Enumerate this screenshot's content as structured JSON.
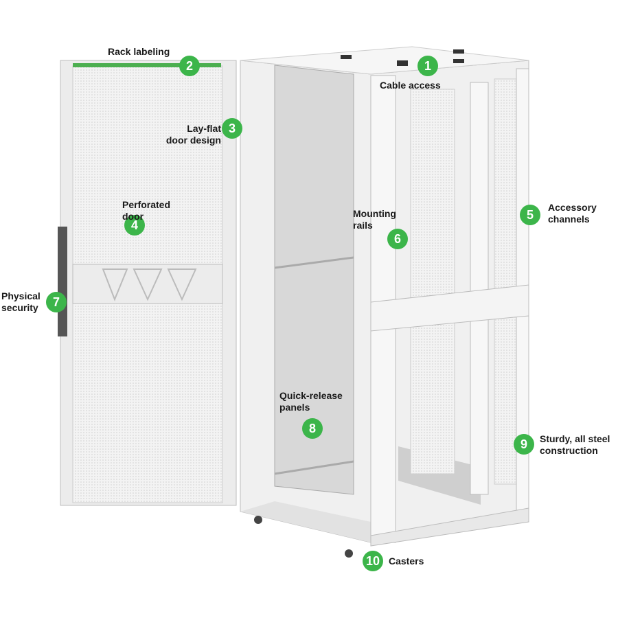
{
  "colors": {
    "badge": "#3cb54a",
    "rack": "#eeeeee",
    "outline": "#bdbdbd",
    "panel": "#d9d9d9"
  },
  "callouts": [
    {
      "num": "1",
      "label": "Cable access"
    },
    {
      "num": "2",
      "label": "Rack labeling"
    },
    {
      "num": "3",
      "label": "Lay-flat\ndoor design"
    },
    {
      "num": "4",
      "label": "Perforated\ndoor"
    },
    {
      "num": "5",
      "label": "Accessory\nchannels"
    },
    {
      "num": "6",
      "label": "Mounting\nrails"
    },
    {
      "num": "7",
      "label": "Physical\nsecurity"
    },
    {
      "num": "8",
      "label": "Quick-release\npanels"
    },
    {
      "num": "9",
      "label": "Sturdy, all steel\nconstruction"
    },
    {
      "num": "10",
      "label": "Casters"
    }
  ]
}
